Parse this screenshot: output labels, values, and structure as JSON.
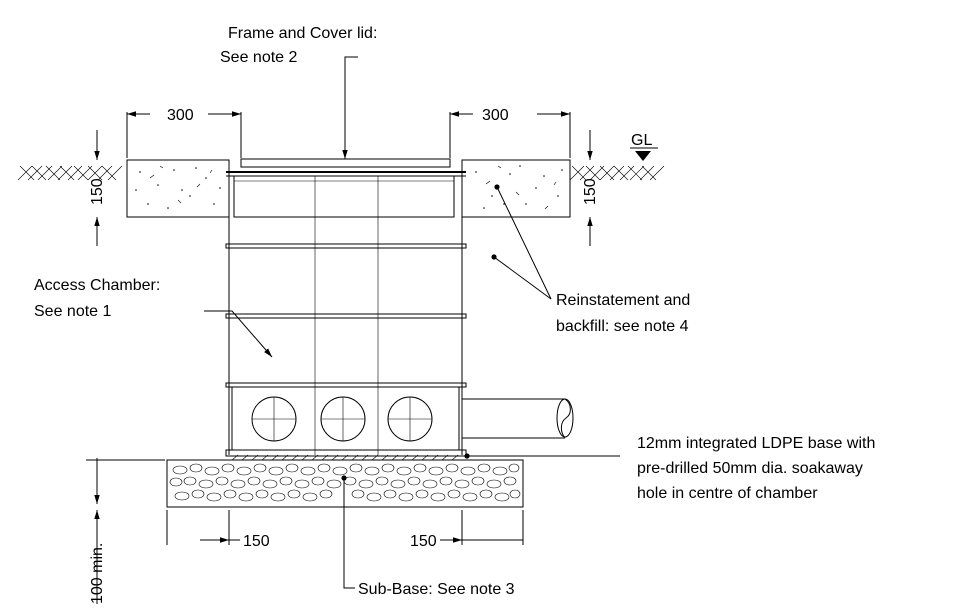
{
  "labels": {
    "frame_cover_1": "Frame and Cover lid:",
    "frame_cover_2": "See note 2",
    "access_1": "Access Chamber:",
    "access_2": "See note 1",
    "reinstate_1": "Reinstatement and",
    "reinstate_2": "backfill: see note 4",
    "base_1": "12mm integrated LDPE base with",
    "base_2": "pre-drilled 50mm dia. soakaway",
    "base_3": "hole in centre of chamber",
    "subbase": "Sub-Base: See note 3",
    "gl": "GL"
  },
  "dimensions": {
    "top_left_width": "300",
    "top_right_width": "300",
    "left_depth": "150",
    "right_depth": "150",
    "bottom_left": "150",
    "bottom_right": "150",
    "subbase_depth": "100 min."
  },
  "colors": {
    "line": "#000000",
    "background": "#ffffff"
  }
}
